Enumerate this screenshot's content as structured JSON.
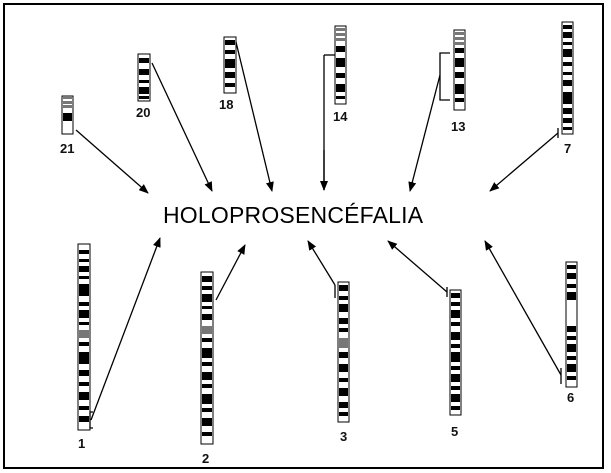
{
  "diagram": {
    "center_label": "HOLOPROSENCÉFALIA",
    "chromosomes": [
      {
        "id": "21",
        "label": "21"
      },
      {
        "id": "20",
        "label": "20"
      },
      {
        "id": "18",
        "label": "18"
      },
      {
        "id": "14",
        "label": "14"
      },
      {
        "id": "13",
        "label": "13"
      },
      {
        "id": "7",
        "label": "7"
      },
      {
        "id": "1",
        "label": "1"
      },
      {
        "id": "2",
        "label": "2"
      },
      {
        "id": "3",
        "label": "3"
      },
      {
        "id": "5",
        "label": "5"
      },
      {
        "id": "6",
        "label": "6"
      }
    ],
    "colors": {
      "line": "#000000",
      "background": "#ffffff",
      "band": "#000000"
    }
  }
}
